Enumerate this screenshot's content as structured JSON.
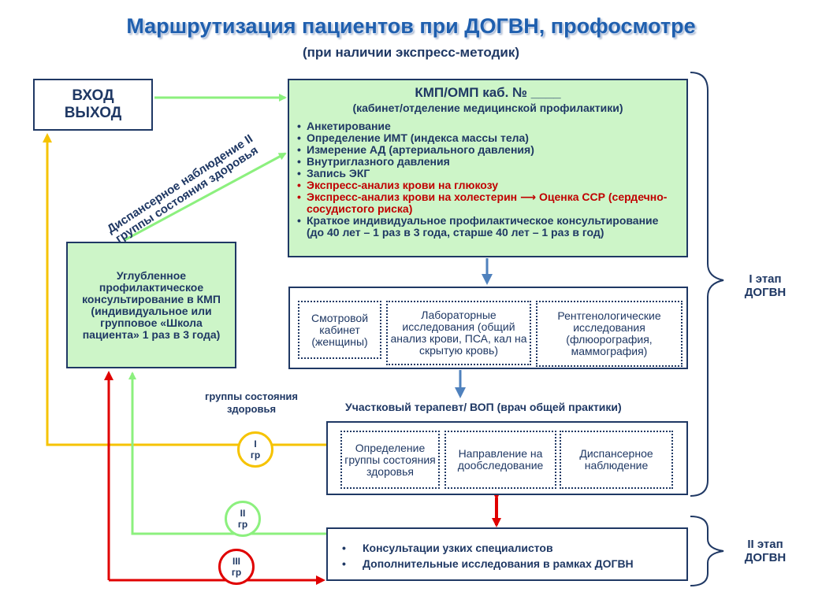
{
  "title": "Маршрутизация пациентов при ДОГВН, профосмотре",
  "subtitle": "(при наличии экспресс-методик)",
  "entry_box": {
    "line1": "ВХОД",
    "line2": "ВЫХОД"
  },
  "kmp": {
    "title": "КМП/ОМП каб. № ____",
    "subtitle": "(кабинет/отделение медицинской профилактики)",
    "items": [
      "Анкетирование",
      "Определение ИМТ (индекса массы тела)",
      "Измерение АД (артериального давления)",
      "Внутриглазного давления",
      "Запись ЭКГ",
      "Экспресс-анализ крови на глюкозу",
      "Экспресс-анализ крови на холестерин",
      "Краткое индивидуальное профилактическое консультирование (до 40 лет – 1 раз в 3 года, старше 40 лет – 1 раз в год)"
    ],
    "ssr": "Оценка ССР (сердечно-сосудистого риска)"
  },
  "diag_label": "Диспансерное наблюдение II группы состояния здоровья",
  "deep_box": "Углубленное профилактическое консультирование в КМП (индивидуальное или групповое «Школа пациента» 1 раз в 3 года)",
  "middle": {
    "b1": "Смотровой кабинет (женщины)",
    "b2": "Лабораторные исследования (общий анализ крови, ПСА, кал на скрытую кровь)",
    "b3": "Рентгенологические исследования (флюорография, маммография)"
  },
  "groups_label": "группы состояния здоровья",
  "therapist": {
    "title": "Участковый терапевт/ ВОП (врач общей практики)",
    "b1": "Определение группы состояния здоровья",
    "b2": "Направление на дообследование",
    "b3": "Диспансерное наблюдение"
  },
  "circles": [
    {
      "roman": "I",
      "abbr": "гр"
    },
    {
      "roman": "II",
      "abbr": "гр"
    },
    {
      "roman": "III",
      "abbr": "гр"
    }
  ],
  "stage2_items": [
    "Консультации узких специалистов",
    "Дополнительные исследования в рамках ДОГВН"
  ],
  "stage1_label": "I этап ДОГВН",
  "stage2_label": "II этап ДОГВН",
  "colors": {
    "yellow": "#f6c300",
    "green": "#8cf07e",
    "red": "#e00000",
    "blue": "#4f81bd",
    "navy": "#1f3864"
  }
}
